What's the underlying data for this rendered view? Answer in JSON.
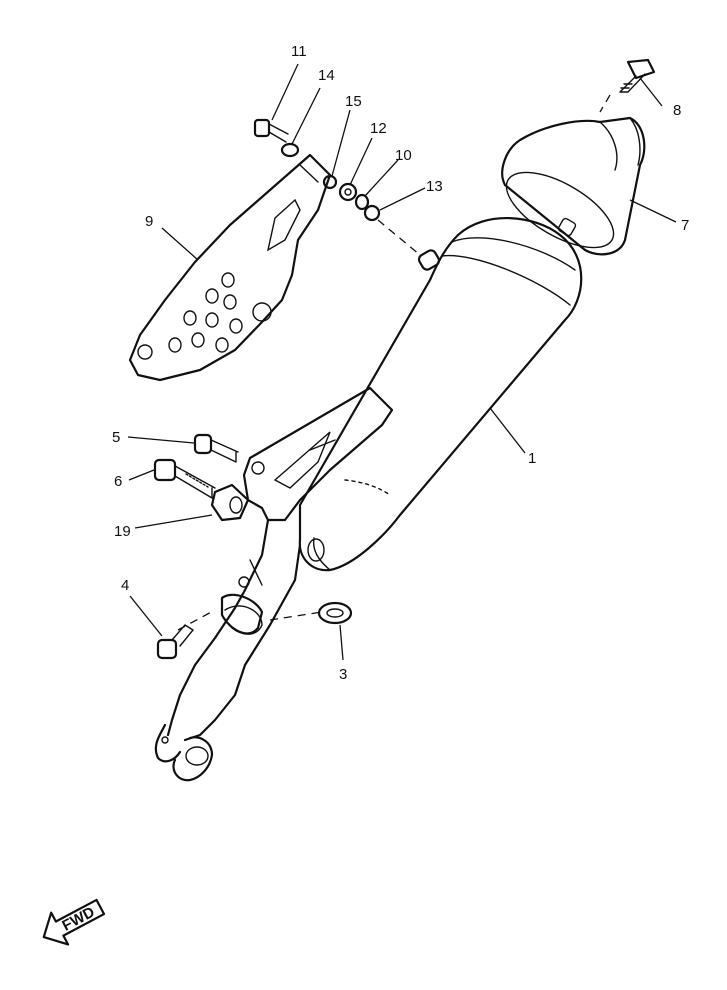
{
  "callouts": {
    "p1": "1",
    "p3": "3",
    "p4": "4",
    "p5": "5",
    "p6": "6",
    "p7": "7",
    "p8": "8",
    "p9": "9",
    "p10": "10",
    "p11": "11",
    "p12": "12",
    "p13": "13",
    "p14": "14",
    "p15": "15",
    "p19": "19"
  },
  "fwd_label": "FWD",
  "icons": {
    "fwd_arrow": "fwd-arrow-icon"
  }
}
